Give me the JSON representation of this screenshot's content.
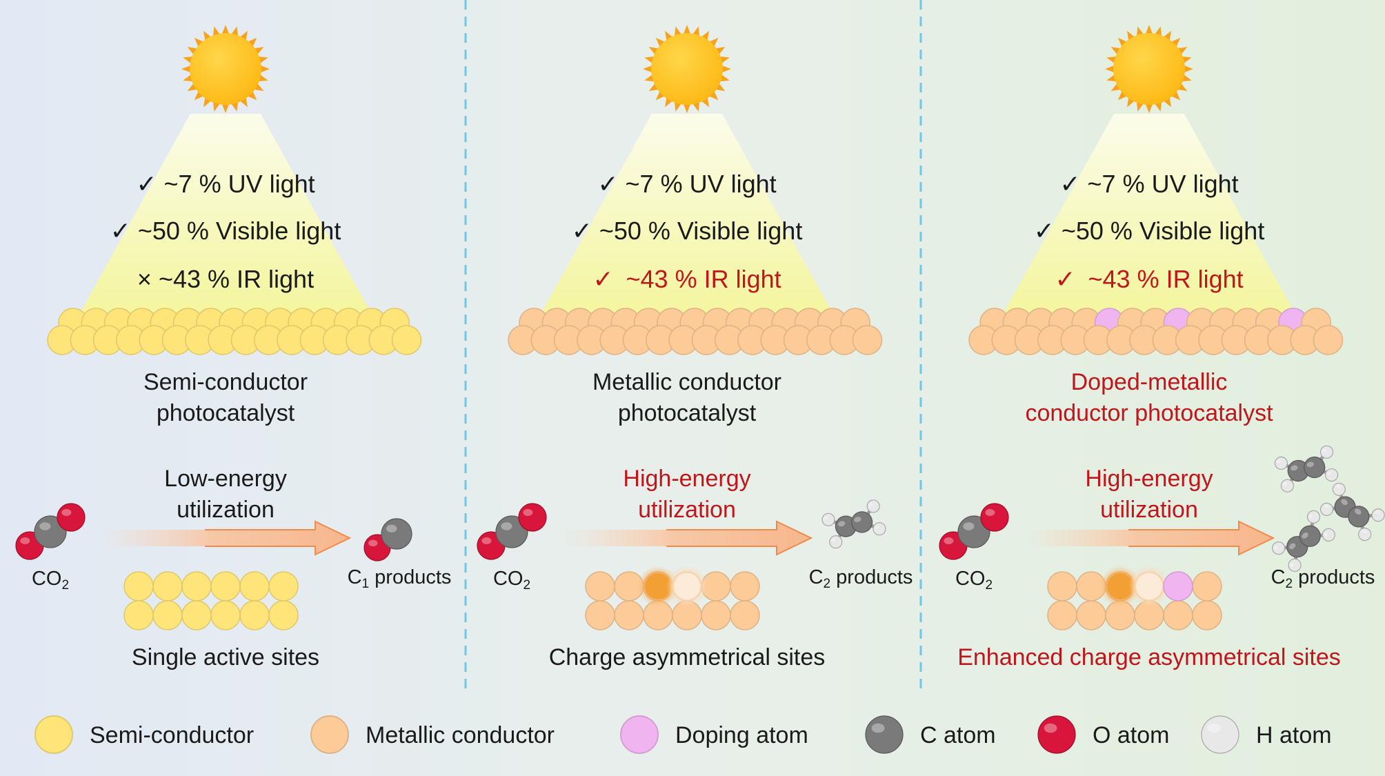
{
  "panels": [
    {
      "spectrum": [
        {
          "mark": "✓",
          "text": "~7 % UV light",
          "highlight": false
        },
        {
          "mark": "✓",
          "text": "~50 % Visible light",
          "highlight": false
        },
        {
          "mark": "×",
          "text": "~43 % IR light",
          "highlight": false
        }
      ],
      "catalyst_line1": "Semi-conductor",
      "catalyst_line2": "photocatalyst",
      "catalyst_highlight": false,
      "utilization_line1": "Low-energy",
      "utilization_line2": "utilization",
      "utilization_highlight": false,
      "reactant": "CO",
      "reactant_sub": "2",
      "product_prefix": "C",
      "product_sub": "1",
      "product_suffix": " products",
      "sites_label": "Single active sites",
      "sites_highlight": false
    },
    {
      "spectrum": [
        {
          "mark": "✓",
          "text": "~7 % UV light",
          "highlight": false
        },
        {
          "mark": "✓",
          "text": "~50 % Visible light",
          "highlight": false
        },
        {
          "mark": "✓",
          "text": "~43 % IR light",
          "highlight": true
        }
      ],
      "catalyst_line1": "Metallic conductor",
      "catalyst_line2": "photocatalyst",
      "catalyst_highlight": false,
      "utilization_line1": "High-energy",
      "utilization_line2": "utilization",
      "utilization_highlight": true,
      "reactant": "CO",
      "reactant_sub": "2",
      "product_prefix": "C",
      "product_sub": "2",
      "product_suffix": " products",
      "sites_label": "Charge asymmetrical sites",
      "sites_highlight": false
    },
    {
      "spectrum": [
        {
          "mark": "✓",
          "text": "~7 % UV light",
          "highlight": false
        },
        {
          "mark": "✓",
          "text": "~50 % Visible light",
          "highlight": false
        },
        {
          "mark": "✓",
          "text": "~43 % IR light",
          "highlight": true
        }
      ],
      "catalyst_line1": "Doped-metallic",
      "catalyst_line2": "conductor photocatalyst",
      "catalyst_highlight": true,
      "utilization_line1": "High-energy",
      "utilization_line2": "utilization",
      "utilization_highlight": true,
      "reactant": "CO",
      "reactant_sub": "2",
      "product_prefix": "C",
      "product_sub": "2",
      "product_suffix": " products",
      "sites_label": "Enhanced charge asymmetrical sites",
      "sites_highlight": true
    }
  ],
  "legend": [
    {
      "label": "Semi-conductor",
      "color": "#FFE47A"
    },
    {
      "label": "Metallic conductor",
      "color": "#FCCB98"
    },
    {
      "label": "Doping atom",
      "color": "#F0B4F0"
    },
    {
      "label": "C atom",
      "color": "#7A7A7A"
    },
    {
      "label": "O atom",
      "color": "#D8153A"
    },
    {
      "label": "H atom",
      "color": "#E8E8E8"
    }
  ],
  "colors": {
    "text": "#1A1A1A",
    "highlight": "#C0151A",
    "sun": "#FDB813",
    "sun_ray": "#F6A21E",
    "divider": "#6EC6E8",
    "semi_atom": "#FFE47A",
    "metal_atom": "#FCCB98",
    "doping_atom": "#F0B4F0",
    "c_atom": "#7A7A7A",
    "o_atom": "#D8153A",
    "h_atom": "#E8E8E8"
  }
}
